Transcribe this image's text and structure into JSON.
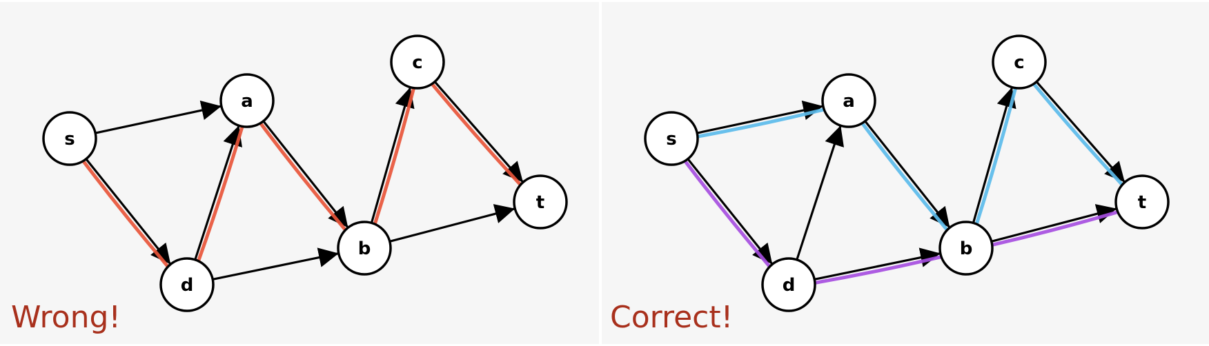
{
  "panels": [
    {
      "id": "wrong",
      "verdict": "Wrong!",
      "highlight_paths": [
        {
          "color": "#e8553a",
          "route": [
            "s",
            "d",
            "a",
            "b",
            "c",
            "t"
          ]
        }
      ]
    },
    {
      "id": "correct",
      "verdict": "Correct!",
      "highlight_paths": [
        {
          "color": "#5bbbea",
          "route": [
            "s",
            "a",
            "b",
            "c",
            "t"
          ]
        },
        {
          "color": "#a64ee0",
          "route": [
            "s",
            "d",
            "b",
            "t"
          ]
        }
      ]
    }
  ],
  "graph": {
    "nodes": [
      "s",
      "a",
      "d",
      "b",
      "c",
      "t"
    ],
    "edges": [
      [
        "s",
        "a"
      ],
      [
        "s",
        "d"
      ],
      [
        "d",
        "a"
      ],
      [
        "a",
        "b"
      ],
      [
        "d",
        "b"
      ],
      [
        "b",
        "c"
      ],
      [
        "b",
        "t"
      ],
      [
        "c",
        "t"
      ]
    ]
  },
  "colors": {
    "edge": "#000000",
    "node_fill": "#ffffff",
    "verdict_text": "#a8301c",
    "panel_background": "#f6f6f6"
  }
}
